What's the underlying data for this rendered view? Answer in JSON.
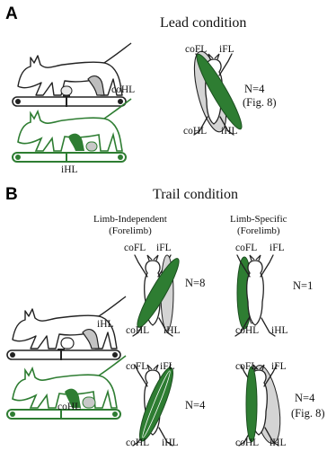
{
  "panel_a": {
    "letter": "A",
    "title": "Lead condition",
    "treadmill_top_label": "coHL",
    "treadmill_bottom_label": "iHL",
    "limb_labels": {
      "cofl": "coFL",
      "ifl": "iFL",
      "cohl": "coHL",
      "ihl": "iHL"
    },
    "n_text": "N=4",
    "fig_ref": "(Fig. 8)"
  },
  "panel_b": {
    "letter": "B",
    "title": "Trail condition",
    "col1_header": [
      "Limb-Independent",
      "(Forelimb)"
    ],
    "col2_header": [
      "Limb-Specific",
      "(Forelimb)"
    ],
    "treadmill_top_label": "iHL",
    "treadmill_bottom_label": "coHL",
    "limb_labels": {
      "cofl": "coFL",
      "ifl": "iFL",
      "cohl": "coHL",
      "ihl": "iHL"
    },
    "n_top_independent": "N=8",
    "n_top_specific": "N=1",
    "n_bottom_independent": "N=4",
    "n_bottom_specific": "N=4",
    "fig_ref": "(Fig. 8)"
  },
  "colors": {
    "green": "#2e7d32",
    "light_green": "#5aa75e",
    "gray_fill": "#d4d4d4",
    "outline": "#222222"
  }
}
